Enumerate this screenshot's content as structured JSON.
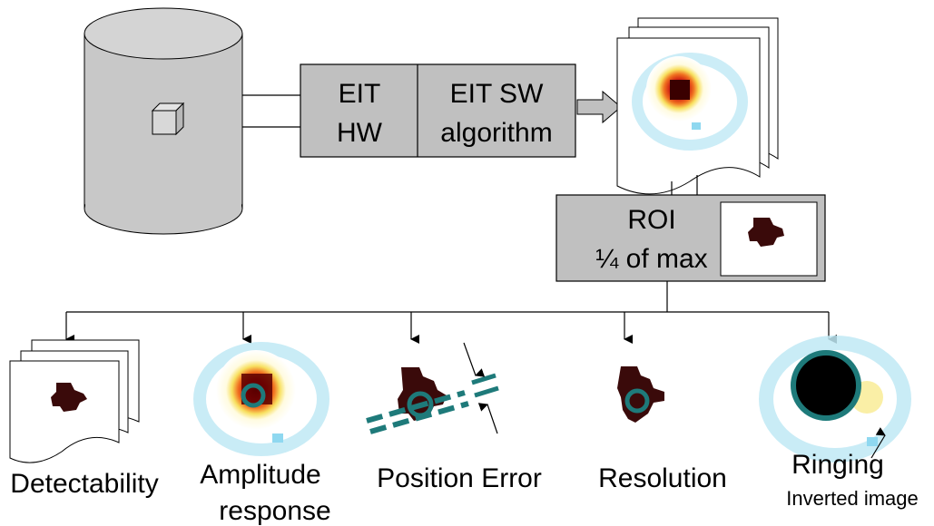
{
  "boxes": {
    "hw_line1": "EIT",
    "hw_line2": "HW",
    "sw_line1": "EIT SW",
    "sw_line2": "algorithm",
    "roi_line1": "ROI",
    "roi_line2": "¼ of max"
  },
  "metrics": [
    {
      "id": "detectability",
      "line1": "Detectability",
      "line2": ""
    },
    {
      "id": "amplitude",
      "line1": "Amplitude",
      "line2": "response"
    },
    {
      "id": "position",
      "line1": "Position Error",
      "line2": ""
    },
    {
      "id": "resolution",
      "line1": "Resolution",
      "line2": ""
    },
    {
      "id": "ringing",
      "line1": "Ringing",
      "line2": "Inverted image"
    }
  ],
  "colors": {
    "box_fill": "#c0c0c0",
    "tank_fill": "#c8c8c8",
    "roi_dark": "#3a0a0a",
    "marker_teal": "#1e7a7a",
    "ring_blue": "#bfe9f5"
  }
}
